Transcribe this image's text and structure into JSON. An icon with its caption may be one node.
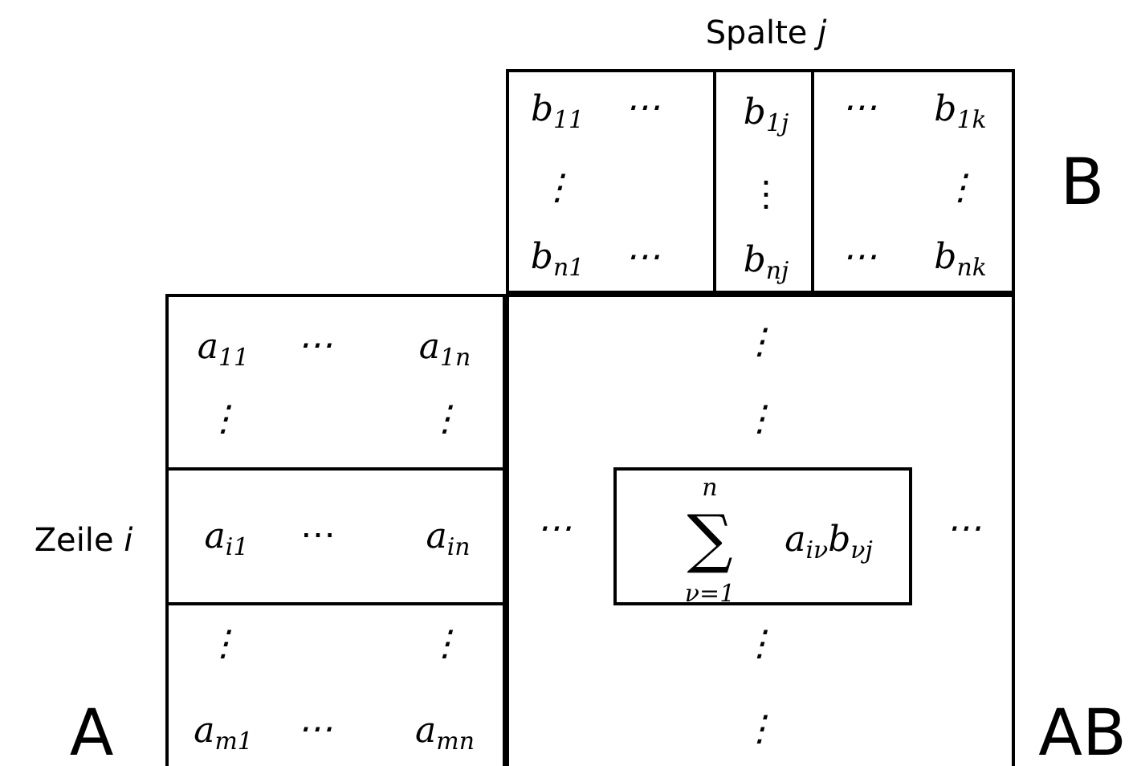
{
  "diagram": {
    "nodes": [
      {
        "text": [
          "B"
        ]
      },
      {
        "text": [
          "b$_{1j}$",
          "⋮",
          "b$_{nj}$"
        ],
        "in": 0,
        "beside": [
          "Spalte *j*"
        ]
      },
      {
        "text": [
          "A"
        ]
      },
      {
        "text": [
          "a$_{i1}$",
          "⋯",
          "a$_{in}$"
        ],
        "in": 2,
        "beside": [
          "Zeile *i*"
        ]
      },
      {
        "text": [
          "AB"
        ]
      },
      {
        "text": [
          "n",
          "∑",
          "ν=1",
          "a$_{iν}$b$_{νj}$"
        ],
        "in": 4
      }
    ],
    "labels": [
      "b$_{11}$",
      "⋯",
      "⋯",
      "b$_{1k}$",
      "⋮",
      "⋮",
      "b$_{n1}$",
      "⋯",
      "⋯",
      "b$_{nk}$",
      "a$_{11}$",
      "⋯",
      "a$_{1n}$",
      "⋮",
      "⋮",
      "⋮",
      "⋮",
      "⋯",
      "⋯",
      "⋮",
      "⋮",
      "⋮",
      "a$_{m1}$",
      "⋯",
      "a$_{mn}$",
      "⋮"
    ]
  }
}
